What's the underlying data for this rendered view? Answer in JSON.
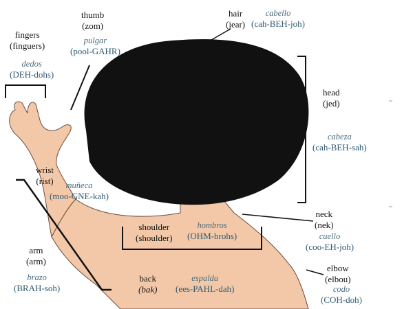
{
  "labels": {
    "thumb": {
      "english": "thumb",
      "pron": "(zom)",
      "spanish": "pulgar",
      "spanish_pron": "(pool-GAHR)"
    },
    "fingers": {
      "english": "fingers",
      "pron": "(finguers)",
      "spanish": "dedos",
      "spanish_pron": "(DEH-dohs)"
    },
    "hair": {
      "english": "hair",
      "pron": "(jear)",
      "spanish": "cabello",
      "spanish_pron": "(cah-BEH-joh)"
    },
    "head": {
      "english": "head",
      "pron": "(jed)",
      "spanish": "cabeza",
      "spanish_pron": "(cah-BEH-sah)"
    },
    "wrist": {
      "english": "wrist",
      "pron": "(rist)",
      "spanish": "muñeca",
      "spanish_pron": "(moo-GNE-kah)"
    },
    "neck": {
      "english": "neck",
      "pron": "(nek)",
      "spanish": "cuello",
      "spanish_pron": "(coo-EH-joh)"
    },
    "shoulder": {
      "english": "shoulder",
      "pron": "(shoulder)",
      "spanish": "hombros",
      "spanish_pron": "(OHM-brohs)"
    },
    "arm": {
      "english": "arm",
      "pron": "(arm)",
      "spanish": "brazo",
      "spanish_pron": "(BRAH-soh)"
    },
    "elbow": {
      "english": "elbow",
      "pron": "(elbou)",
      "spanish": "codo",
      "spanish_pron": "(COH-doh)"
    },
    "back": {
      "english": "back",
      "pron": "(bak)",
      "spanish": "espalda",
      "spanish_pron": "(ees-PAHL-dah)"
    }
  },
  "colors": {
    "skin": "#f2c8a8",
    "hair": "#111111",
    "outline": "#6b4a3a",
    "spanish": "#2f5a73"
  }
}
